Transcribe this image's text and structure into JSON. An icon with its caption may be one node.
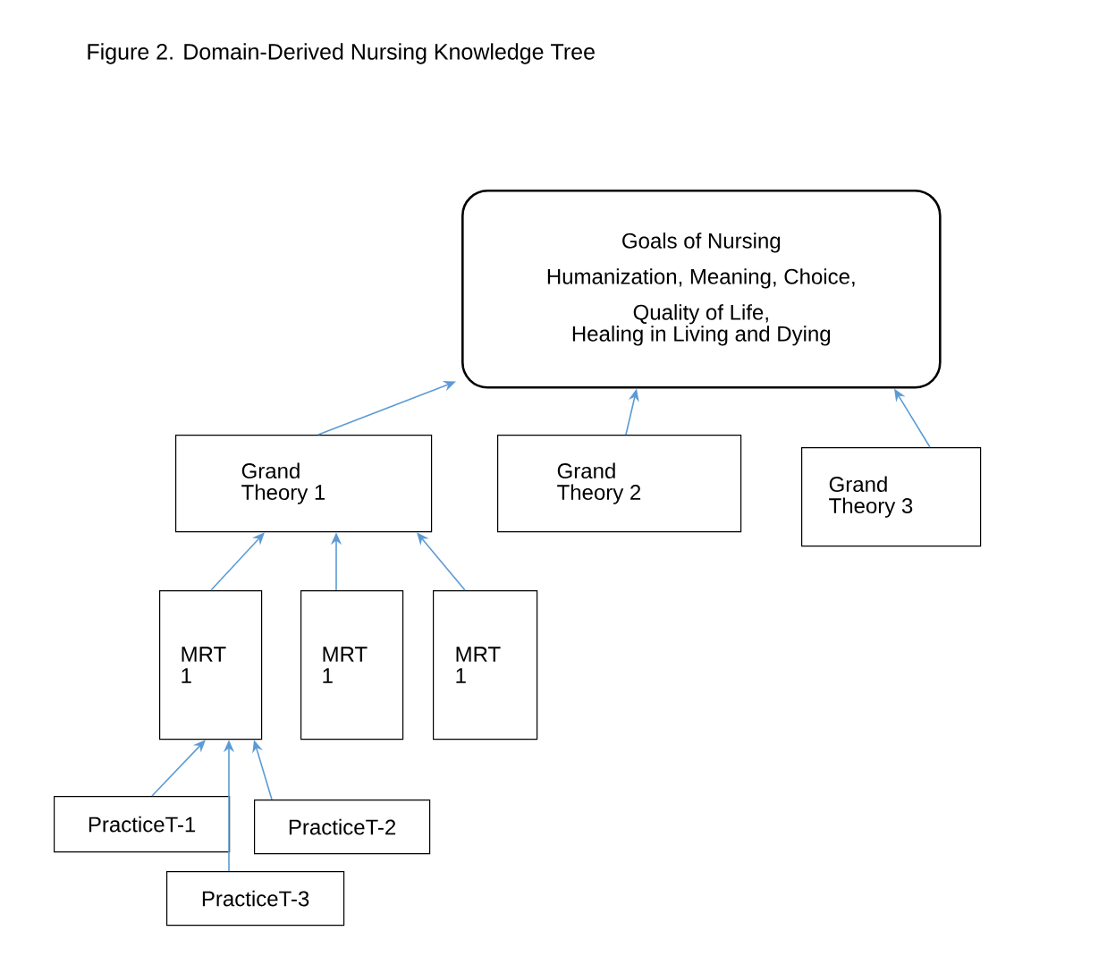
{
  "diagram": {
    "title": "Figure 2. Domain-Derived Nursing Knowledge Tree",
    "nodes": [
      {
        "text": [
          "Goals of Nursing",
          "Humanization, Meaning, Choice,",
          "Quality of Life,",
          "Healing in Living and Dying"
        ]
      },
      {
        "text": [
          "Grand Theory 1"
        ]
      },
      {
        "text": [
          "Grand Theory 2"
        ]
      },
      {
        "text": [
          "Grand Theory 3"
        ]
      },
      {
        "text": [
          "MRT 1"
        ]
      },
      {
        "text": [
          "MRT 1"
        ]
      },
      {
        "text": [
          "MRT 1"
        ]
      },
      {
        "text": [
          "PracticeT-1"
        ]
      },
      {
        "text": [
          "PracticeT-2"
        ]
      },
      {
        "text": [
          "PracticeT-3"
        ]
      }
    ],
    "edges": [
      {
        "from": 1,
        "to": 0,
        "arrow": "to"
      },
      {
        "from": 2,
        "to": 0,
        "arrow": "to"
      },
      {
        "from": 3,
        "to": 0,
        "arrow": "to"
      },
      {
        "from": 4,
        "to": 1,
        "arrow": "to"
      },
      {
        "from": 5,
        "to": 1,
        "arrow": "to"
      },
      {
        "from": 6,
        "to": 1,
        "arrow": "to"
      },
      {
        "from": 7,
        "to": 4,
        "arrow": "to"
      },
      {
        "from": 9,
        "to": 4,
        "arrow": "to"
      },
      {
        "from": 8,
        "to": 4,
        "arrow": "to"
      }
    ]
  }
}
